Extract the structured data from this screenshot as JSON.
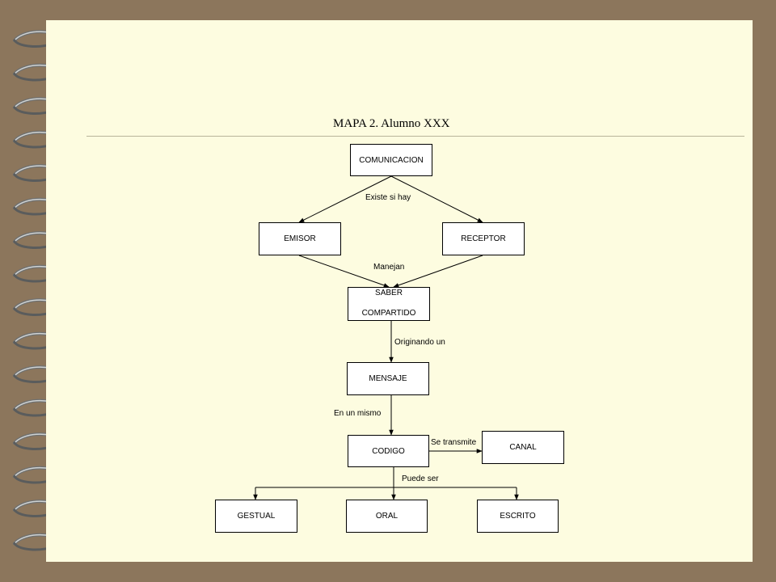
{
  "title": "MAPA 2. Alumno XXX",
  "nodes": {
    "comunicacion": "COMUNICACION",
    "emisor": "EMISOR",
    "receptor": "RECEPTOR",
    "saber_line1": "SABER",
    "saber_line2": "COMPARTIDO",
    "mensaje": "MENSAJE",
    "codigo": "CODIGO",
    "canal": "CANAL",
    "gestual": "GESTUAL",
    "oral": "ORAL",
    "escrito": "ESCRITO"
  },
  "links": {
    "existe": "Existe si hay",
    "manejan": "Manejan",
    "originando": "Originando un",
    "mismo": "En un mismo",
    "transmite": "Se transmite",
    "puede": "Puede ser"
  },
  "colors": {
    "background": "#8C765C",
    "page": "#FDFCE0",
    "rule": "#B8B49A"
  }
}
